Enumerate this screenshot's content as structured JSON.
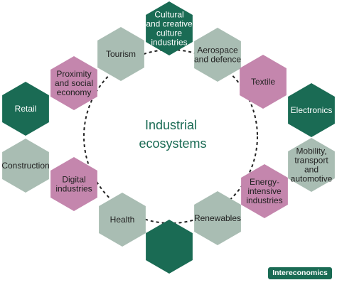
{
  "center_label": [
    "Industrial",
    "ecosystems"
  ],
  "colors": {
    "dark_green": "#1a6b54",
    "grey_green": "#a9bdb3",
    "purple": "#c486ad",
    "text_dark": "#222222",
    "text_light": "#ffffff"
  },
  "nodes": [
    {
      "id": "cultural",
      "lines": [
        "Cultural",
        "and creative",
        "culture",
        "industries"
      ],
      "style": "dark_green"
    },
    {
      "id": "aerospace",
      "lines": [
        "Aerospace",
        "and defence"
      ],
      "style": "grey_green"
    },
    {
      "id": "textile",
      "lines": [
        "Textile"
      ],
      "style": "purple"
    },
    {
      "id": "electronics",
      "lines": [
        "Electronics"
      ],
      "style": "dark_green"
    },
    {
      "id": "mobility",
      "lines": [
        "Mobility,",
        "transport",
        "and",
        "automotive"
      ],
      "style": "grey_green"
    },
    {
      "id": "energy",
      "lines": [
        "Energy-",
        "intensive",
        "industries"
      ],
      "style": "purple"
    },
    {
      "id": "renewables",
      "lines": [
        "Renewables"
      ],
      "style": "grey_green"
    },
    {
      "id": "blank",
      "lines": [],
      "style": "dark_green"
    },
    {
      "id": "health",
      "lines": [
        "Health"
      ],
      "style": "grey_green"
    },
    {
      "id": "digital",
      "lines": [
        "Digital",
        "industries"
      ],
      "style": "purple"
    },
    {
      "id": "construction",
      "lines": [
        "Construction"
      ],
      "style": "grey_green"
    },
    {
      "id": "retail",
      "lines": [
        "Retail"
      ],
      "style": "dark_green"
    },
    {
      "id": "proximity",
      "lines": [
        "Proximity",
        "and social",
        "economy"
      ],
      "style": "purple"
    },
    {
      "id": "tourism",
      "lines": [
        "Tourism"
      ],
      "style": "grey_green"
    }
  ],
  "source": "Intereconomics"
}
